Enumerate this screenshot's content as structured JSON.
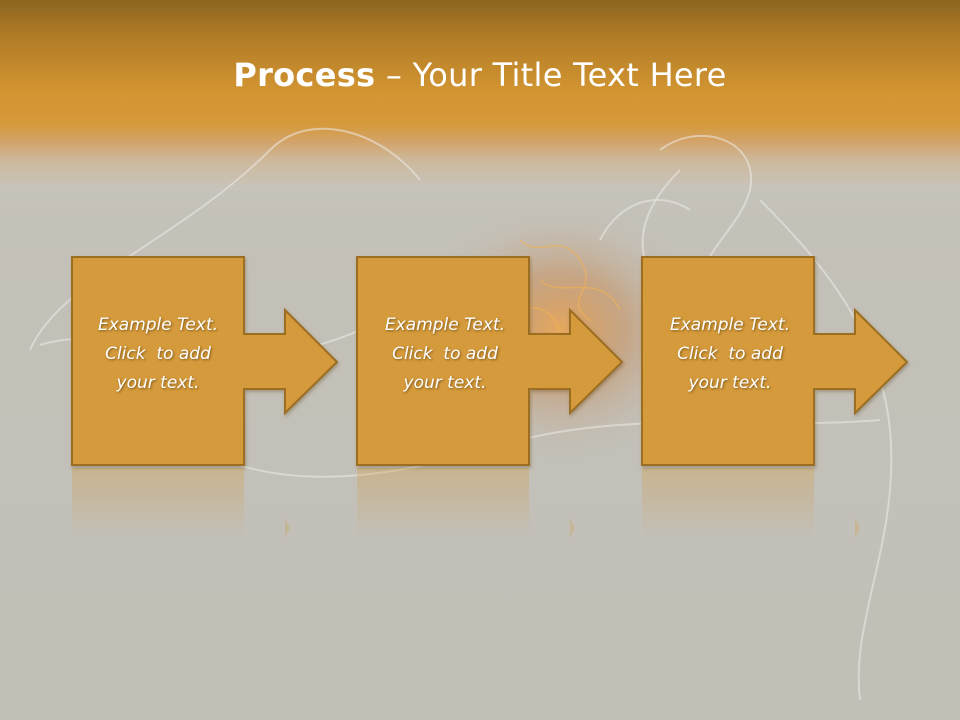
{
  "slide": {
    "title_bold": "Process",
    "title_rest": " – Your Title Text Here"
  },
  "steps": [
    {
      "line1": "Example Text.",
      "line2": "Click  to add",
      "line3": "your text."
    },
    {
      "line1": "Example Text.",
      "line2": "Click  to add",
      "line3": "your text."
    },
    {
      "line1": "Example Text.",
      "line2": "Click  to add",
      "line3": "your text."
    }
  ],
  "colors": {
    "header_band": "#d49632",
    "step_fill": "#d49a3a",
    "step_border": "#9b6e22",
    "background": "#c4c1b9",
    "text": "#ffffff"
  }
}
